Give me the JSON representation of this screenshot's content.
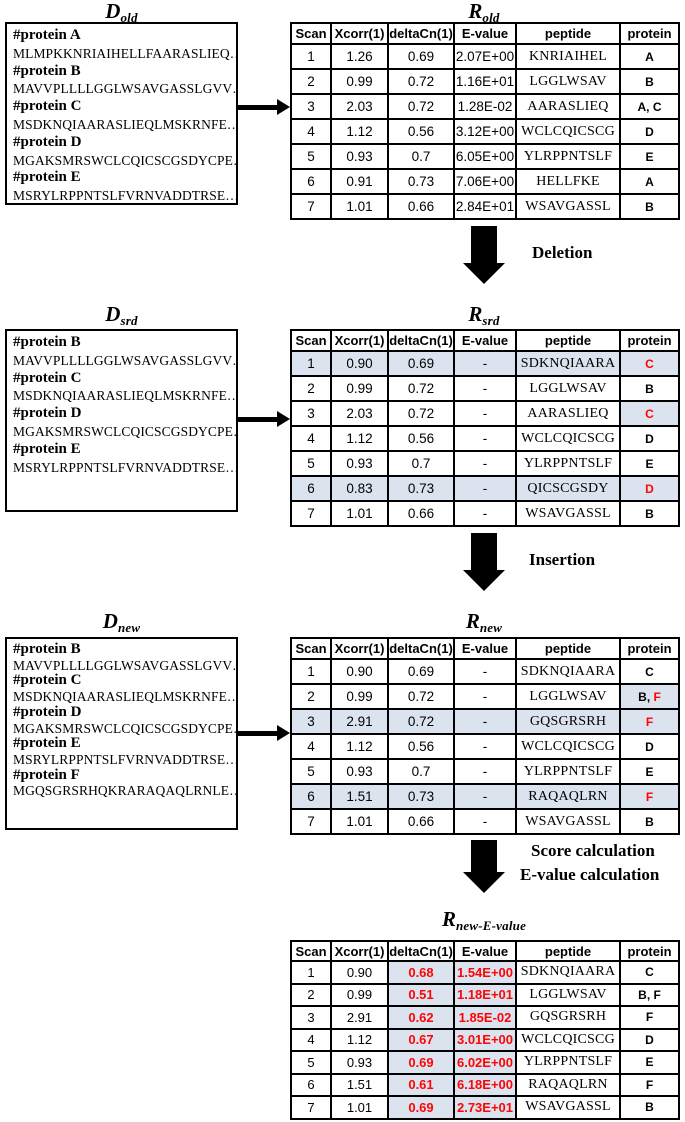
{
  "colors": {
    "highlight": "#dbe4ee",
    "accent_red": "#fe0505",
    "border": "#000000"
  },
  "databases": [
    {
      "title_main": "D",
      "title_sub": "old",
      "entries": [
        {
          "header": "#protein A",
          "sequence": "MLMPKKNRIAIHELLFAARASLIEQ…"
        },
        {
          "header": "#protein B",
          "sequence": "MAVVPLLLLGGLWSAVGASSLGVV…"
        },
        {
          "header": "#protein C",
          "sequence": "MSDKNQIAARASLIEQLMSKRNFE…"
        },
        {
          "header": "#protein D",
          "sequence": "MGAKSMRSWCLCQICSCGSDYCPE…"
        },
        {
          "header": "#protein E",
          "sequence": "MSRYLRPPNTSLFVRNVADDTRSE…"
        }
      ]
    },
    {
      "title_main": "D",
      "title_sub": "srd",
      "entries": [
        {
          "header": "#protein B",
          "sequence": "MAVVPLLLLGGLWSAVGASSLGVV…"
        },
        {
          "header": "#protein C",
          "sequence": "MSDKNQIAARASLIEQLMSKRNFE…"
        },
        {
          "header": "#protein D",
          "sequence": "MGAKSMRSWCLCQICSCGSDYCPE…"
        },
        {
          "header": "#protein E",
          "sequence": "MSRYLRPPNTSLFVRNVADDTRSE…"
        }
      ]
    },
    {
      "title_main": "D",
      "title_sub": "new",
      "entries": [
        {
          "header": "#protein B",
          "sequence": "MAVVPLLLLGGLWSAVGASSLGVV…"
        },
        {
          "header": "#protein C",
          "sequence": "MSDKNQIAARASLIEQLMSKRNFE…"
        },
        {
          "header": "#protein D",
          "sequence": "MGAKSMRSWCLCQICSCGSDYCPE…"
        },
        {
          "header": "#protein E",
          "sequence": "MSRYLRPPNTSLFVRNVADDTRSE…"
        },
        {
          "header": "#protein F",
          "sequence": "MGQSGRSRHQKRARAQAQLRNLE…"
        }
      ]
    }
  ],
  "tables": [
    {
      "title_main": "R",
      "title_sub": "old",
      "columns": [
        "Scan",
        "Xcorr(1)",
        "deltaCn(1)",
        "E-value",
        "peptide",
        "protein"
      ],
      "rows": [
        [
          "1",
          "1.26",
          "0.69",
          "2.07E+00",
          "KNRIAIHEL",
          "A"
        ],
        [
          "2",
          "0.99",
          "0.72",
          "1.16E+01",
          "LGGLWSAV",
          "B"
        ],
        [
          "3",
          "2.03",
          "0.72",
          "1.28E-02",
          "AARASLIEQ",
          "A, C"
        ],
        [
          "4",
          "1.12",
          "0.56",
          "3.12E+00",
          "WCLCQICSCG",
          "D"
        ],
        [
          "5",
          "0.93",
          "0.7",
          "6.05E+00",
          "YLRPPNTSLF",
          "E"
        ],
        [
          "6",
          "0.91",
          "0.73",
          "7.06E+00",
          "HELLFKE",
          "A"
        ],
        [
          "7",
          "1.01",
          "0.66",
          "2.84E+01",
          "WSAVGASSL",
          "B"
        ]
      ]
    },
    {
      "title_main": "R",
      "title_sub": "srd",
      "columns": [
        "Scan",
        "Xcorr(1)",
        "deltaCn(1)",
        "E-value",
        "peptide",
        "protein"
      ],
      "rows": [
        [
          {
            "text": "1",
            "hl": true
          },
          {
            "text": "0.90",
            "hl": true
          },
          {
            "text": "0.69",
            "hl": true
          },
          {
            "text": "-",
            "hl": true
          },
          {
            "text": "SDKNQIAARA",
            "hl": true
          },
          {
            "text": "C",
            "hl": true,
            "red": true
          }
        ],
        [
          "2",
          "0.99",
          "0.72",
          "-",
          "LGGLWSAV",
          "B"
        ],
        [
          "3",
          "2.03",
          "0.72",
          "-",
          "AARASLIEQ",
          {
            "text": "C",
            "hl": true,
            "red": true
          }
        ],
        [
          "4",
          "1.12",
          "0.56",
          "-",
          "WCLCQICSCG",
          "D"
        ],
        [
          "5",
          "0.93",
          "0.7",
          "-",
          "YLRPPNTSLF",
          "E"
        ],
        [
          {
            "text": "6",
            "hl": true
          },
          {
            "text": "0.83",
            "hl": true
          },
          {
            "text": "0.73",
            "hl": true
          },
          {
            "text": "-",
            "hl": true
          },
          {
            "text": "QICSCGSDY",
            "hl": true
          },
          {
            "text": "D",
            "hl": true,
            "red": true
          }
        ],
        [
          "7",
          "1.01",
          "0.66",
          "-",
          "WSAVGASSL",
          "B"
        ]
      ]
    },
    {
      "title_main": "R",
      "title_sub": "new",
      "columns": [
        "Scan",
        "Xcorr(1)",
        "deltaCn(1)",
        "E-value",
        "peptide",
        "protein"
      ],
      "rows": [
        [
          "1",
          "0.90",
          "0.69",
          "-",
          "SDKNQIAARA",
          "C"
        ],
        [
          "2",
          "0.99",
          "0.72",
          "-",
          "LGGLWSAV",
          {
            "hl": true,
            "parts": [
              {
                "text": "B, "
              },
              {
                "text": "F",
                "red": true
              }
            ]
          }
        ],
        [
          {
            "text": "3",
            "hl": true
          },
          {
            "text": "2.91",
            "hl": true
          },
          {
            "text": "0.72",
            "hl": true
          },
          {
            "text": "-",
            "hl": true
          },
          {
            "text": "GQSGRSRH",
            "hl": true
          },
          {
            "text": "F",
            "hl": true,
            "red": true
          }
        ],
        [
          "4",
          "1.12",
          "0.56",
          "-",
          "WCLCQICSCG",
          "D"
        ],
        [
          "5",
          "0.93",
          "0.7",
          "-",
          "YLRPPNTSLF",
          "E"
        ],
        [
          {
            "text": "6",
            "hl": true
          },
          {
            "text": "1.51",
            "hl": true
          },
          {
            "text": "0.73",
            "hl": true
          },
          {
            "text": "-",
            "hl": true
          },
          {
            "text": "RAQAQLRN",
            "hl": true
          },
          {
            "text": "F",
            "hl": true,
            "red": true
          }
        ],
        [
          "7",
          "1.01",
          "0.66",
          "-",
          "WSAVGASSL",
          "B"
        ]
      ]
    },
    {
      "title_main": "R",
      "title_sub": "new-E-value",
      "columns": [
        "Scan",
        "Xcorr(1)",
        "deltaCn(1)",
        "E-value",
        "peptide",
        "protein"
      ],
      "rows": [
        [
          "1",
          "0.90",
          {
            "text": "0.68",
            "hl": true,
            "red": true
          },
          {
            "text": "1.54E+00",
            "hl": true,
            "red": true
          },
          "SDKNQIAARA",
          "C"
        ],
        [
          "2",
          "0.99",
          {
            "text": "0.51",
            "hl": true,
            "red": true
          },
          {
            "text": "1.18E+01",
            "hl": true,
            "red": true
          },
          "LGGLWSAV",
          "B, F"
        ],
        [
          "3",
          "2.91",
          {
            "text": "0.62",
            "hl": true,
            "red": true
          },
          {
            "text": "1.85E-02",
            "hl": true,
            "red": true
          },
          "GQSGRSRH",
          "F"
        ],
        [
          "4",
          "1.12",
          {
            "text": "0.67",
            "hl": true,
            "red": true
          },
          {
            "text": "3.01E+00",
            "hl": true,
            "red": true
          },
          "WCLCQICSCG",
          "D"
        ],
        [
          "5",
          "0.93",
          {
            "text": "0.69",
            "hl": true,
            "red": true
          },
          {
            "text": "6.02E+00",
            "hl": true,
            "red": true
          },
          "YLRPPNTSLF",
          "E"
        ],
        [
          "6",
          "1.51",
          {
            "text": "0.61",
            "hl": true,
            "red": true
          },
          {
            "text": "6.18E+00",
            "hl": true,
            "red": true
          },
          "RAQAQLRN",
          "F"
        ],
        [
          "7",
          "1.01",
          {
            "text": "0.69",
            "hl": true,
            "red": true
          },
          {
            "text": "2.73E+01",
            "hl": true,
            "red": true
          },
          "WSAVGASSL",
          "B"
        ]
      ]
    }
  ],
  "flow": [
    {
      "labels": [
        "Deletion"
      ]
    },
    {
      "labels": [
        "Insertion"
      ]
    },
    {
      "labels": [
        "Score calculation",
        "E-value calculation"
      ]
    }
  ]
}
